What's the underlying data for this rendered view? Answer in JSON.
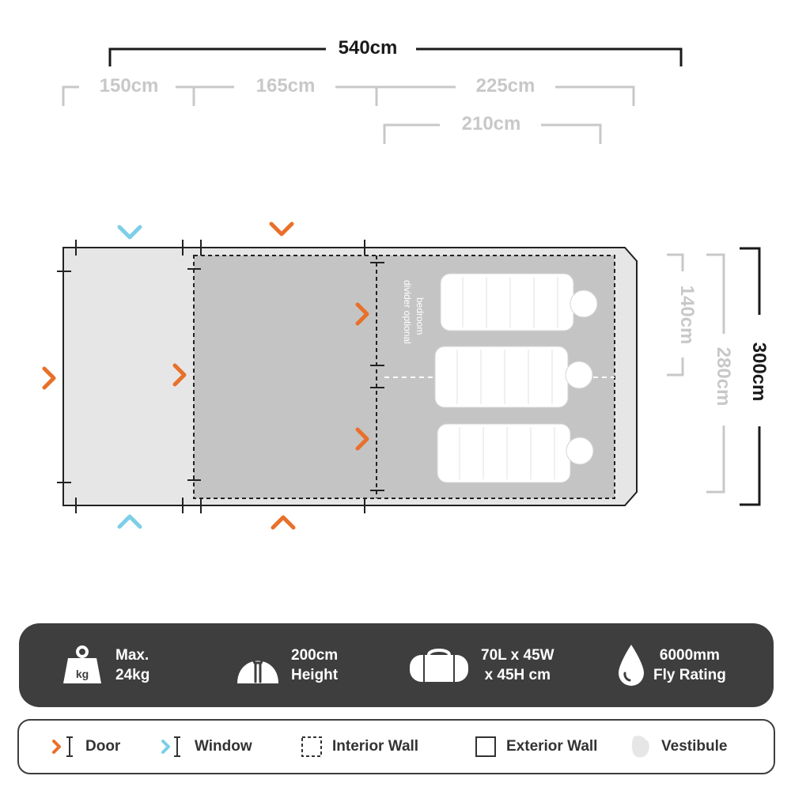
{
  "dimensions": {
    "overall_length": "540cm",
    "section_1": "150cm",
    "section_2": "165cm",
    "section_3": "225cm",
    "bedroom_length": "210cm",
    "bedroom_half_width": "140cm",
    "inner_width": "280cm",
    "overall_width": "300cm"
  },
  "floorplan": {
    "divider_note_line1": "bedroom",
    "divider_note_line2": "divider optional"
  },
  "specs": [
    {
      "icon": "weight-icon",
      "icon_text": "kg",
      "line1": "Max.",
      "line2": "24kg"
    },
    {
      "icon": "height-person-icon",
      "line1": "200cm",
      "line2": "Height"
    },
    {
      "icon": "carry-bag-icon",
      "line1": "70L x 45W",
      "line2": "x 45H cm"
    },
    {
      "icon": "water-drop-icon",
      "line1": "6000mm",
      "line2": "Fly Rating"
    }
  ],
  "legend": [
    {
      "icon": "door-icon",
      "label": "Door"
    },
    {
      "icon": "window-icon",
      "label": "Window"
    },
    {
      "icon": "interior-wall-icon",
      "label": "Interior Wall"
    },
    {
      "icon": "exterior-wall-icon",
      "label": "Exterior Wall"
    },
    {
      "icon": "vestibule-icon",
      "label": "Vestibule"
    }
  ],
  "colors": {
    "door": "#e8702a",
    "window": "#7ccfe6",
    "dark": "#3e3e3e",
    "grey_dim": "#c8c8c8",
    "vestibule": "#e6e6e6",
    "interior": "#c4c4c4"
  }
}
